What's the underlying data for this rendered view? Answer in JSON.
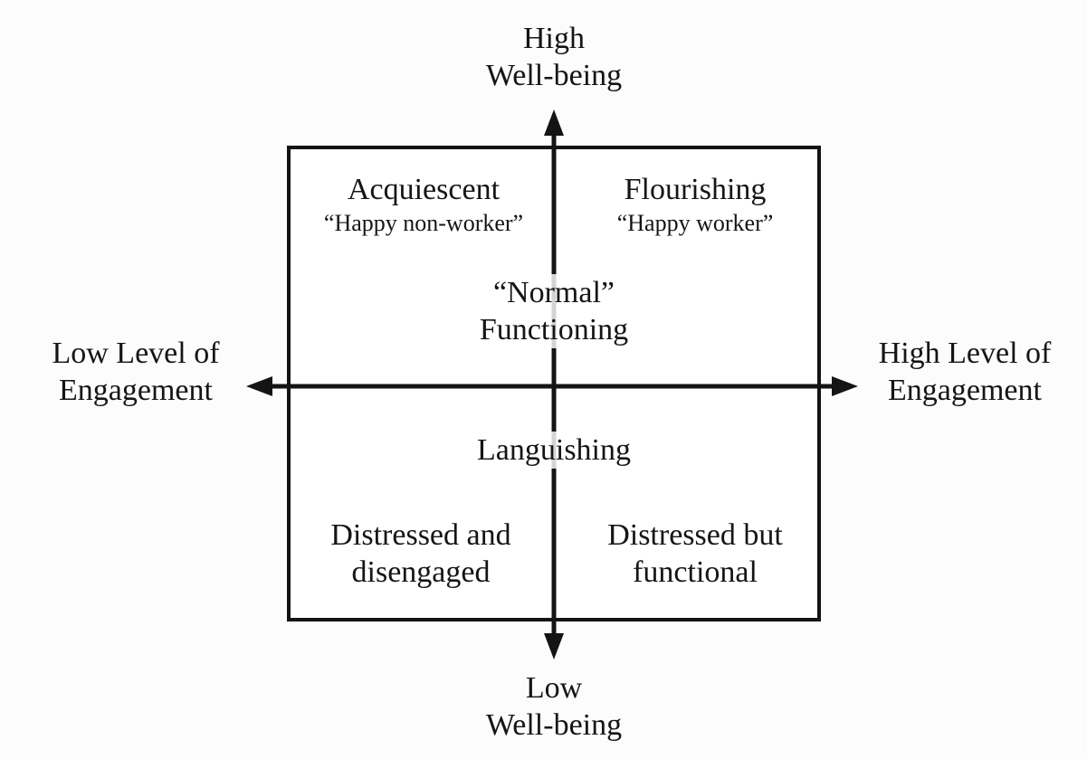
{
  "colors": {
    "ink": "#141414",
    "background": "#fcfcfc",
    "box_fill": "#ffffff",
    "line_through_text": "#b9b9b9"
  },
  "axes": {
    "top": {
      "line1": "High",
      "line2": "Well-being"
    },
    "bottom": {
      "line1": "Low",
      "line2": "Well-being"
    },
    "left": {
      "line1": "Low Level of",
      "line2": "Engagement"
    },
    "right": {
      "line1": "High Level of",
      "line2": "Engagement"
    }
  },
  "quadrants": {
    "top_left": {
      "title": "Acquiescent",
      "subtitle": "“Happy non-worker”"
    },
    "top_right": {
      "title": "Flourishing",
      "subtitle": "“Happy worker”"
    },
    "center_upper": {
      "line1": "“Normal”",
      "line2": "Functioning"
    },
    "center_lower": {
      "title": "Languishing"
    },
    "bottom_left": {
      "line1": "Distressed and",
      "line2": "disengaged"
    },
    "bottom_right": {
      "line1": "Distressed but",
      "line2": "functional"
    }
  }
}
